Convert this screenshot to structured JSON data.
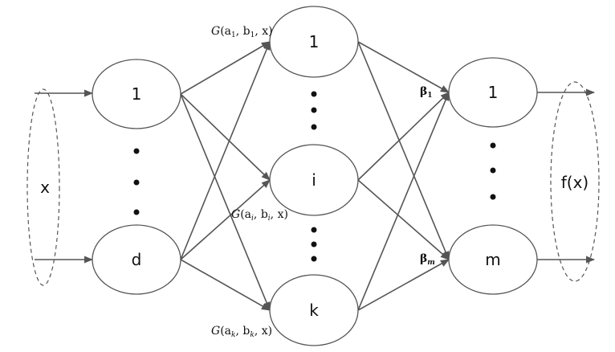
{
  "input": {
    "group_label": "x",
    "nodes": [
      "1",
      "d"
    ]
  },
  "hidden": {
    "nodes": [
      "1",
      "i",
      "k"
    ]
  },
  "output": {
    "group_label": "f(x)",
    "nodes": [
      "1",
      "m"
    ]
  },
  "activations": {
    "top": {
      "func": "G",
      "a": "a",
      "a_sub": "1",
      "b": "b",
      "b_sub": "1",
      "x": "x"
    },
    "middle": {
      "func": "G",
      "a": "a",
      "a_sub": "i",
      "b": "b",
      "b_sub": "i",
      "x": "x"
    },
    "bottom": {
      "func": "G",
      "a": "a",
      "a_sub": "k",
      "b": "b",
      "b_sub": "k",
      "x": "x"
    }
  },
  "weights": {
    "beta_1": {
      "symbol": "β",
      "sub": "1"
    },
    "beta_m": {
      "symbol": "β",
      "sub": "m"
    }
  }
}
